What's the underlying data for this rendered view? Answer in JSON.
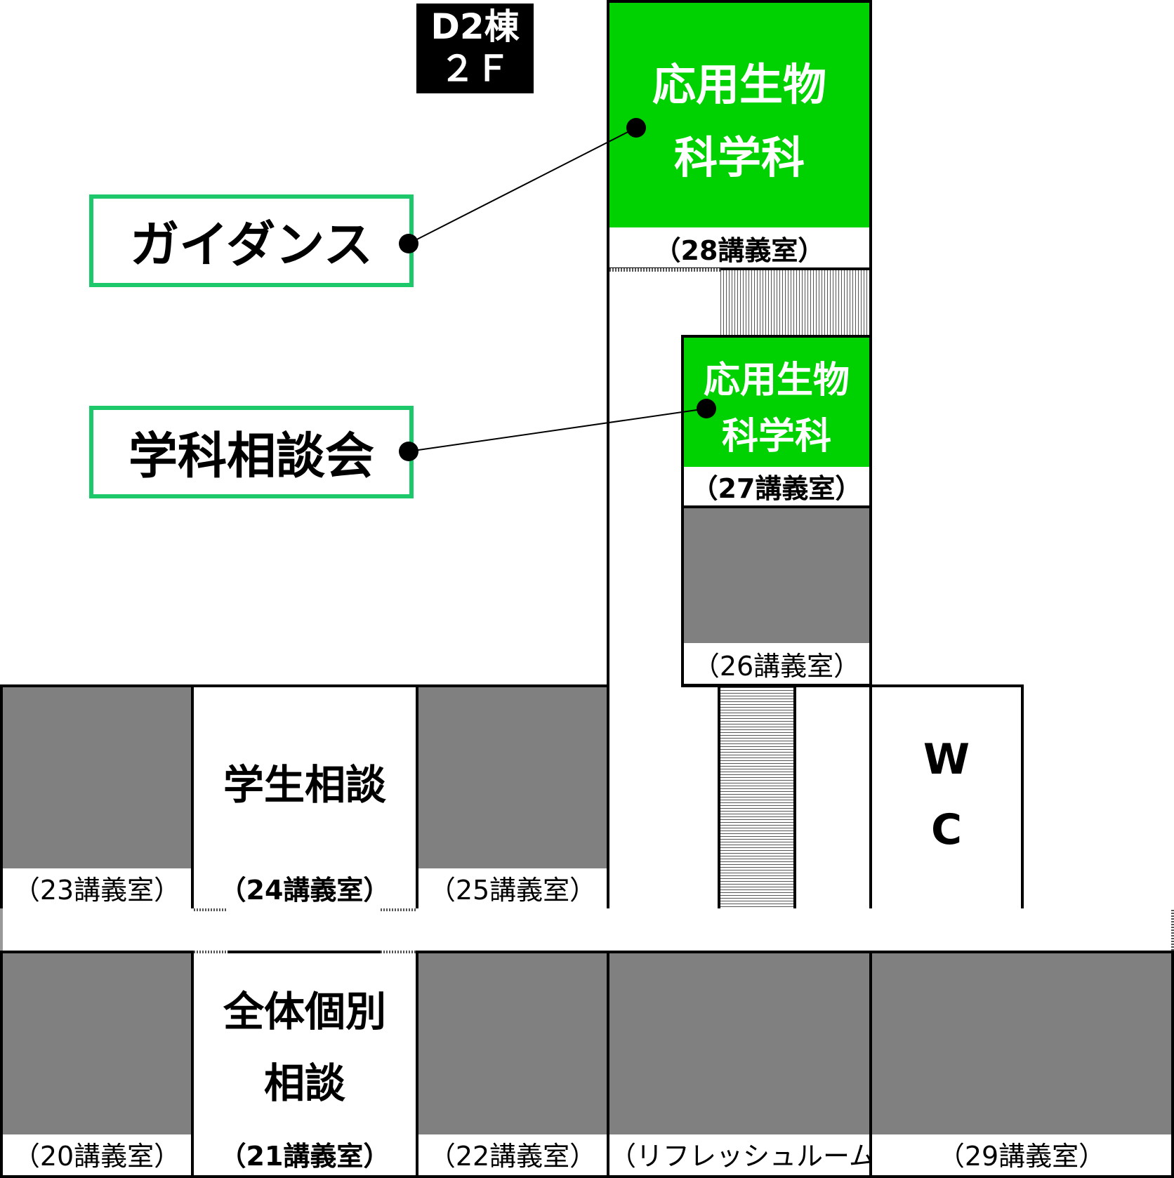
{
  "building": {
    "name": "D2棟",
    "floor": "２Ｆ"
  },
  "callouts": {
    "guidance": "ガイダンス",
    "consult": "学科相談会"
  },
  "rooms": {
    "r28": {
      "dept1": "応用生物",
      "dept2": "科学科",
      "label": "（28講義室）"
    },
    "r27": {
      "dept1": "応用生物",
      "dept2": "科学科",
      "label": "（27講義室）"
    },
    "r26": {
      "label": "（26講義室）"
    },
    "r23": {
      "label": "（23講義室）"
    },
    "r24": {
      "title": "学生相談",
      "label": "（24講義室）"
    },
    "r25": {
      "label": "（25講義室）"
    },
    "wc": {
      "line1": "W",
      "line2": "C"
    },
    "r20": {
      "label": "（20講義室）"
    },
    "r21": {
      "title1": "全体個別",
      "title2": "相談",
      "label": "（21講義室）"
    },
    "r22": {
      "label": "（22講義室）"
    },
    "refresh": {
      "label": "（リフレッシュルーム）"
    },
    "r29": {
      "label": "（29講義室）"
    }
  },
  "colors": {
    "event": "#00d100",
    "unused": "#808080",
    "callout_border": "#1dc86b"
  }
}
